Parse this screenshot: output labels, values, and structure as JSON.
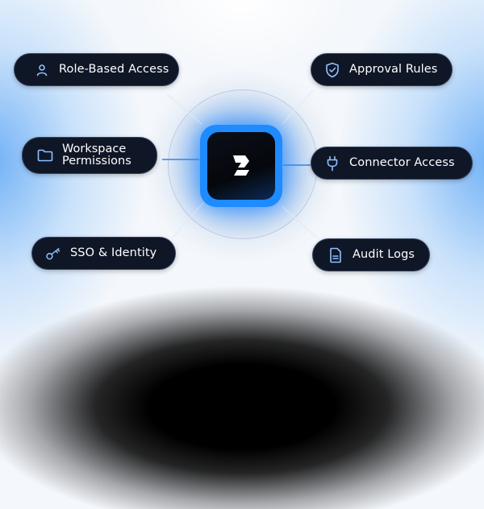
{
  "hub": {
    "logo": "logo-mark-icon"
  },
  "nodes": {
    "role_based_access": {
      "label": "Role-Based Access",
      "icon": "user-icon"
    },
    "approval_rules": {
      "label": "Approval Rules",
      "icon": "shield-check-icon"
    },
    "workspace_permissions": {
      "label_line1": "Workspace",
      "label_line2": "Permissions",
      "icon": "folder-icon"
    },
    "connector_access": {
      "label": "Connector Access",
      "icon": "plug-icon"
    },
    "sso_identity": {
      "label": "SSO & Identity",
      "icon": "key-icon"
    },
    "audit_logs": {
      "label": "Audit Logs",
      "icon": "document-icon"
    }
  },
  "colors": {
    "accent": "#1e8bff",
    "pill_bg": "#0f1626",
    "icon": "#8fc2ff"
  }
}
